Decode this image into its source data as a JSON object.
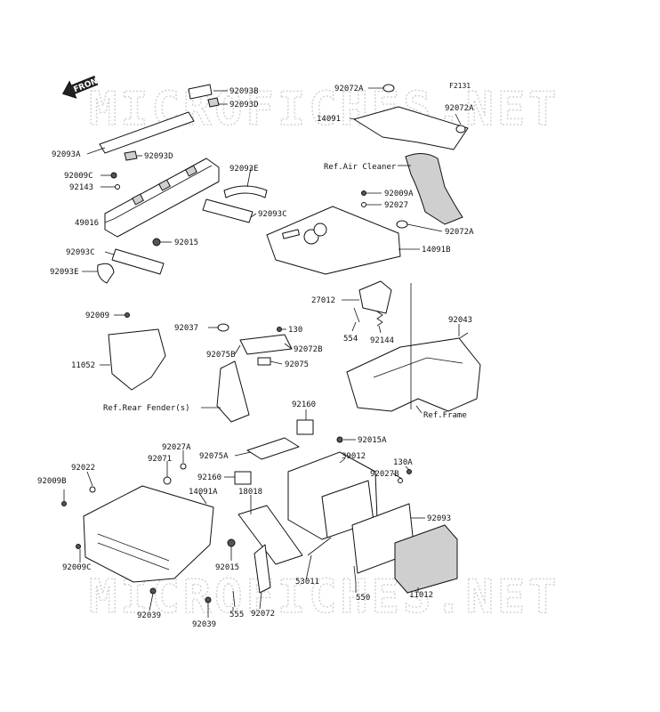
{
  "figure_code": "F2131",
  "watermark": "MICROFICHES.NET",
  "front_label": "FRONT",
  "labels": [
    {
      "id": "92093B-top",
      "text": "92093B"
    },
    {
      "id": "92093D-top",
      "text": "92093D"
    },
    {
      "id": "92093A",
      "text": "92093A"
    },
    {
      "id": "92093D-mid",
      "text": "92093D"
    },
    {
      "id": "92009C-top",
      "text": "92009C"
    },
    {
      "id": "92143",
      "text": "92143"
    },
    {
      "id": "92093E-top",
      "text": "92093E"
    },
    {
      "id": "49016",
      "text": "49016"
    },
    {
      "id": "92093C-right",
      "text": "92093C"
    },
    {
      "id": "92015-top",
      "text": "92015"
    },
    {
      "id": "92093C-left",
      "text": "92093C"
    },
    {
      "id": "92093E-left",
      "text": "92093E"
    },
    {
      "id": "92072A-top",
      "text": "92072A"
    },
    {
      "id": "14091",
      "text": "14091"
    },
    {
      "id": "92072A-right",
      "text": "92072A"
    },
    {
      "id": "ref-air-cleaner",
      "text": "Ref.Air Cleaner"
    },
    {
      "id": "92009A",
      "text": "92009A"
    },
    {
      "id": "92027",
      "text": "92027"
    },
    {
      "id": "92072A-mid",
      "text": "92072A"
    },
    {
      "id": "14091B",
      "text": "14091B"
    },
    {
      "id": "27012",
      "text": "27012"
    },
    {
      "id": "554",
      "text": "554"
    },
    {
      "id": "92144",
      "text": "92144"
    },
    {
      "id": "92043",
      "text": "92043"
    },
    {
      "id": "92009",
      "text": "92009"
    },
    {
      "id": "11052",
      "text": "11052"
    },
    {
      "id": "92037",
      "text": "92037"
    },
    {
      "id": "130",
      "text": "130"
    },
    {
      "id": "92072B",
      "text": "92072B"
    },
    {
      "id": "92075B",
      "text": "92075B"
    },
    {
      "id": "92075",
      "text": "92075"
    },
    {
      "id": "ref-rear-fender",
      "text": "Ref.Rear Fender(s)"
    },
    {
      "id": "ref-frame",
      "text": "Ref.Frame"
    },
    {
      "id": "92160-top",
      "text": "92160"
    },
    {
      "id": "92015A",
      "text": "92015A"
    },
    {
      "id": "92027A",
      "text": "92027A"
    },
    {
      "id": "92075A",
      "text": "92075A"
    },
    {
      "id": "39012",
      "text": "39012"
    },
    {
      "id": "130A",
      "text": "130A"
    },
    {
      "id": "92071",
      "text": "92071"
    },
    {
      "id": "92027B",
      "text": "92027B"
    },
    {
      "id": "92022",
      "text": "92022"
    },
    {
      "id": "92160-mid",
      "text": "92160"
    },
    {
      "id": "92009B",
      "text": "92009B"
    },
    {
      "id": "14091A",
      "text": "14091A"
    },
    {
      "id": "18018",
      "text": "18018"
    },
    {
      "id": "92093-right",
      "text": "92093"
    },
    {
      "id": "92009C-bottom",
      "text": "92009C"
    },
    {
      "id": "92015-bottom",
      "text": "92015"
    },
    {
      "id": "53011",
      "text": "53011"
    },
    {
      "id": "550",
      "text": "550"
    },
    {
      "id": "11012",
      "text": "11012"
    },
    {
      "id": "92039-left",
      "text": "92039"
    },
    {
      "id": "555",
      "text": "555"
    },
    {
      "id": "92072",
      "text": "92072"
    },
    {
      "id": "92039-bottom",
      "text": "92039"
    }
  ]
}
